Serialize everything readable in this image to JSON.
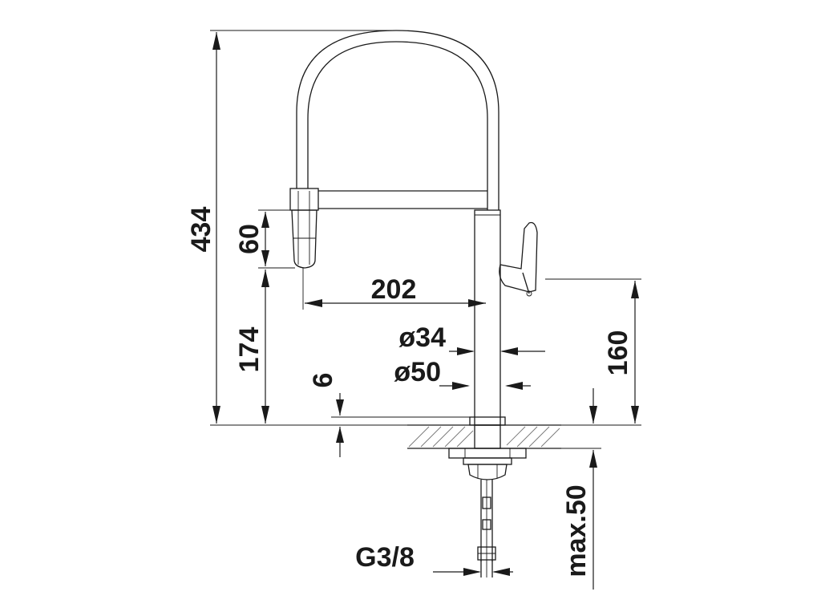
{
  "dimensions": {
    "total_height": "434",
    "spray_head_height": "60",
    "spout_clearance": "174",
    "reach": "202",
    "body_diameter": "ø34",
    "base_diameter": "ø50",
    "base_offset": "6",
    "lever_height": "160",
    "connection_thread": "G3/8",
    "max_counter_thickness": "max.50"
  }
}
